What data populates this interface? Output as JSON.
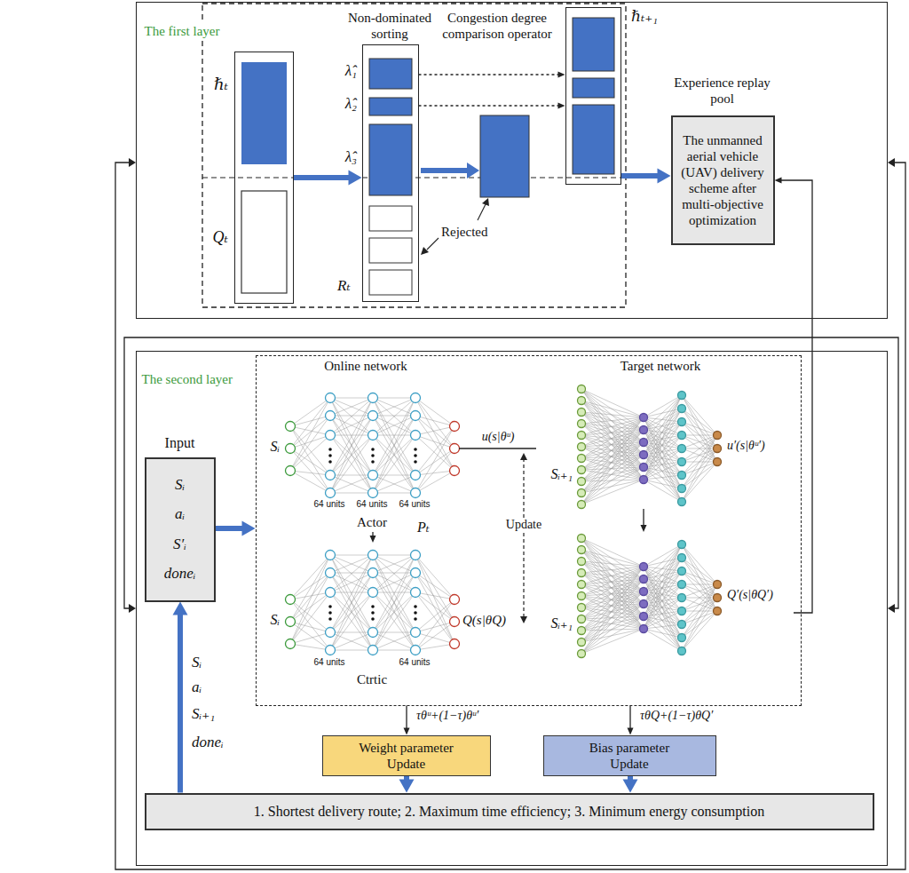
{
  "diagram": {
    "nodes": [
      {
        "text": [
          "The first layer"
        ]
      },
      {
        "text": [
          "ℏₜ",
          "Qₜ"
        ],
        "in": 0
      },
      {
        "text": [
          "Non-dominated sorting",
          "λ̂₁",
          "λ̂₂",
          "λ̂₃"
        ],
        "in": 0
      },
      {
        "text": [
          "Congestion degree comparison operator",
          "ℏₜ₊₁"
        ],
        "in": 0
      },
      {
        "text": [
          "Experience replay pool",
          "The unmanned aerial vehicle (UAV) delivery scheme after multi-objective optimization"
        ],
        "in": 0
      },
      {
        "text": [
          "The second layer"
        ]
      },
      {
        "text": [
          "Input",
          "Sᵢ",
          "aᵢ",
          "S′ᵢ",
          "doneᵢ"
        ],
        "in": 5
      },
      {
        "text": [
          "Online network",
          "Target network"
        ],
        "in": 5
      },
      {
        "text": [
          "Sᵢ",
          "64 units",
          "64 units",
          "64 units",
          "Actor"
        ],
        "in": 7
      },
      {
        "text": [
          "Sᵢ",
          "64 units",
          "64 units",
          "Ctrtic",
          "Q(s|θQ)"
        ],
        "in": 7
      },
      {
        "text": [
          "Sᵢ₊₁",
          "u′(s|θᵘ′)"
        ],
        "in": 7
      },
      {
        "text": [
          "Sᵢ₊₁",
          "Q′(s|θQ′)"
        ],
        "in": 7
      },
      {
        "text": [
          "Weight parameter Update"
        ],
        "in": 5
      },
      {
        "text": [
          "Bias parameter Update"
        ],
        "in": 5
      },
      {
        "text": [
          "1. Shortest delivery route; 2. Maximum time efficiency; 3. Minimum energy consumption"
        ],
        "in": 5
      }
    ],
    "edges": [
      {
        "from": 1,
        "to": 2,
        "arrow": "to"
      },
      {
        "from": 2,
        "to": 3,
        "arrow": "to"
      },
      {
        "from": 2,
        "to": 3,
        "arrow": "to"
      },
      {
        "from": 3,
        "to": 4,
        "arrow": "to"
      },
      {
        "from": 6,
        "to": 7,
        "arrow": "to"
      },
      {
        "from": 8,
        "to": 10,
        "label": "u(s|θᵘ)",
        "arrow": "none"
      },
      {
        "from": 8,
        "to": 9,
        "arrow": "to"
      },
      {
        "from": 10,
        "to": 11,
        "arrow": "to"
      },
      {
        "from": 7,
        "to": 12,
        "label": "τθᵘ+(1−τ)θᵘ′",
        "arrow": "to"
      },
      {
        "from": 7,
        "to": 13,
        "label": "τθQ+(1−τ)θQ′",
        "arrow": "to"
      },
      {
        "from": 12,
        "to": 14,
        "arrow": "to"
      },
      {
        "from": 13,
        "to": 14,
        "arrow": "to"
      },
      {
        "from": 14,
        "to": 6,
        "arrow": "to"
      },
      {
        "from": 11,
        "to": 4,
        "arrow": "to"
      }
    ],
    "labels": [
      "Rₜ",
      "Rejected",
      "Pₜ",
      "Update",
      "Sᵢ",
      "aᵢ",
      "Sᵢ₊₁",
      "doneᵢ"
    ]
  }
}
